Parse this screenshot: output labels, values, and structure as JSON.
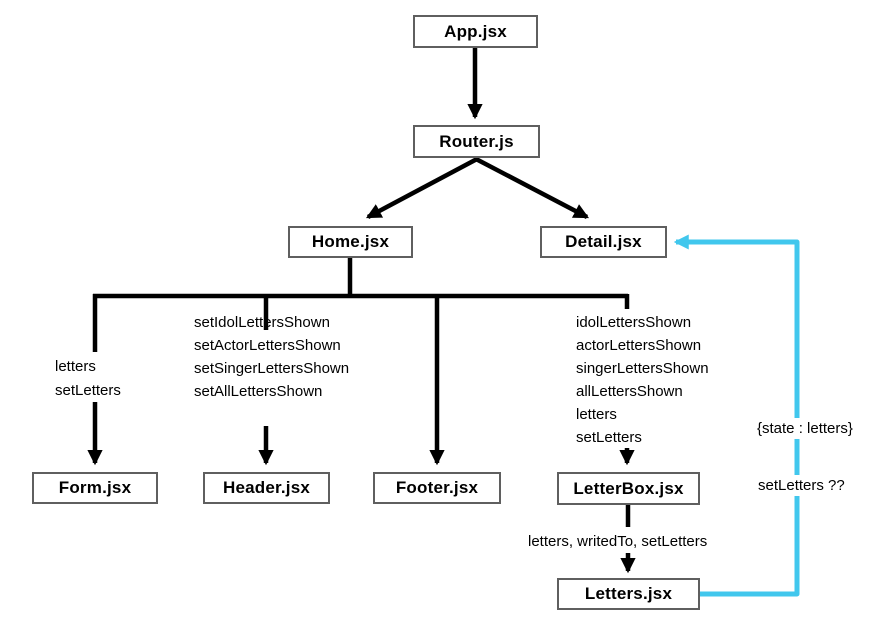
{
  "colors": {
    "connector_black": "#000000",
    "feedback_cyan": "#41c7ed",
    "box_border": "#5f5f5f",
    "box_background": "#ffffff",
    "text": "#000000"
  },
  "nodes": {
    "app": "App.jsx",
    "router": "Router.js",
    "home": "Home.jsx",
    "detail": "Detail.jsx",
    "form": "Form.jsx",
    "header": "Header.jsx",
    "footer": "Footer.jsx",
    "letterbox": "LetterBox.jsx",
    "letters": "Letters.jsx"
  },
  "edge_labels": {
    "form_props": "letters\nsetLetters",
    "header_props": "setIdolLettersShown\nsetActorLettersShown\nsetSingerLettersShown\nsetAllLettersShown",
    "letterbox_props": "idolLettersShown\nactorLettersShown\nsingerLettersShown\nallLettersShown\nletters\nsetLetters",
    "letters_props": "letters, writedTo, setLetters",
    "state_label": "{state : letters}",
    "setletters_label": "setLetters ??"
  },
  "edges": [
    {
      "from": "App.jsx",
      "to": "Router.js",
      "style": "black-arrow"
    },
    {
      "from": "Router.js",
      "to": "Home.jsx",
      "style": "black-arrow"
    },
    {
      "from": "Router.js",
      "to": "Detail.jsx",
      "style": "black-arrow"
    },
    {
      "from": "Home.jsx",
      "to": "Form.jsx",
      "style": "black-arrow",
      "label_key": "form_props"
    },
    {
      "from": "Home.jsx",
      "to": "Header.jsx",
      "style": "black-arrow",
      "label_key": "header_props"
    },
    {
      "from": "Home.jsx",
      "to": "Footer.jsx",
      "style": "black-arrow"
    },
    {
      "from": "Home.jsx",
      "to": "LetterBox.jsx",
      "style": "black-arrow",
      "label_key": "letterbox_props"
    },
    {
      "from": "LetterBox.jsx",
      "to": "Letters.jsx",
      "style": "black-arrow",
      "label_key": "letters_props"
    },
    {
      "from": "Letters.jsx",
      "to": "Detail.jsx",
      "style": "cyan-arrow",
      "label_keys": [
        "state_label",
        "setletters_label"
      ]
    }
  ]
}
